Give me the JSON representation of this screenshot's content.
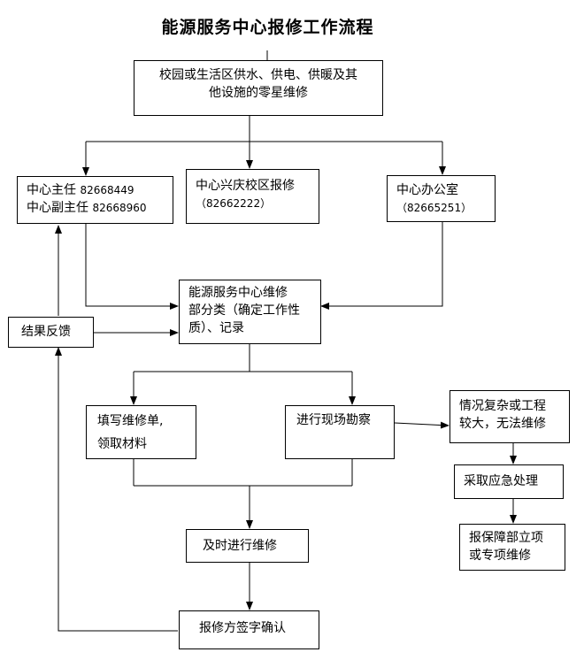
{
  "title": "能源服务中心报修工作流程",
  "nodes": {
    "origin": {
      "line1": "校园或生活区供水、供电、供暖及其",
      "line2": "他设施的零星维修"
    },
    "director": {
      "line1_label": "中心主任 ",
      "line1_phone": "82668449",
      "line2_label": "中心副主任 ",
      "line2_phone": "82668960"
    },
    "xingqing": {
      "line1": "中心兴庆校区报修",
      "line2": "（82662222）"
    },
    "office": {
      "line1": "中心办公室",
      "line2": "（82665251）"
    },
    "classify": {
      "line1": "能源服务中心维修",
      "line2": "部分类（确定工作性",
      "line3": "质）、记录"
    },
    "feedback": {
      "label": "结果反馈"
    },
    "fill_form": {
      "line1": "填写维修单,",
      "line2": "领取材料"
    },
    "survey": {
      "label": "进行现场勘察"
    },
    "complex": {
      "line1": "情况复杂或工程",
      "line2": "较大，无法维修"
    },
    "emergency": {
      "label": "采取应急处理"
    },
    "report": {
      "line1": "报保障部立项",
      "line2": "或专项维修"
    },
    "repair": {
      "label": "及时进行维修"
    },
    "sign": {
      "label": "报修方签字确认"
    }
  }
}
